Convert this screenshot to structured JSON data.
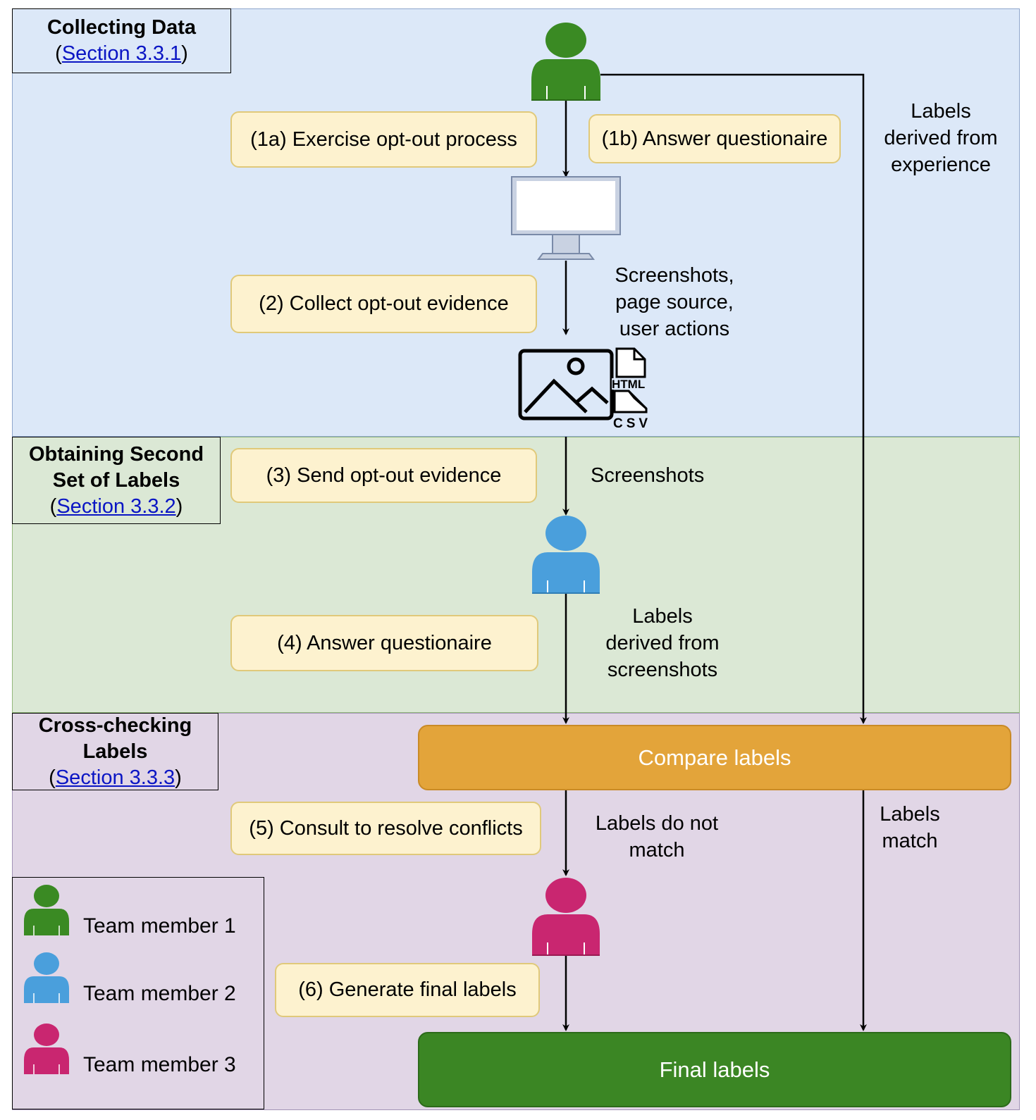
{
  "sections": [
    {
      "title": "Collecting Data",
      "link_text": "Section 3.3.1"
    },
    {
      "title": "Obtaining Second\nSet of Labels",
      "link_text": "Section 3.3.2"
    },
    {
      "title": "Cross-checking\nLabels",
      "link_text": "Section 3.3.3"
    }
  ],
  "steps": {
    "s1a": "(1a) Exercise opt-out process",
    "s1b": "(1b) Answer questionaire",
    "s2": "(2) Collect opt-out evidence",
    "s3": "(3) Send opt-out evidence",
    "s4": "(4) Answer questionaire",
    "s5": "(5) Consult to resolve conflicts",
    "s6": "(6) Generate final labels"
  },
  "edge_labels": {
    "labels_from_experience": "Labels\nderived from\nexperience",
    "evidence_types": "Screenshots,\npage source,\nuser actions",
    "screenshots": "Screenshots",
    "labels_from_screenshots": "Labels\nderived from\nscreenshots",
    "no_match": "Labels do not\nmatch",
    "match": "Labels\nmatch"
  },
  "file_icons": {
    "html": "HTML",
    "csv": "CSV"
  },
  "boxes": {
    "compare": "Compare labels",
    "final": "Final labels"
  },
  "legend": [
    {
      "label": "Team member 1",
      "color": "#3a8a23"
    },
    {
      "label": "Team member 2",
      "color": "#4a9fdc"
    },
    {
      "label": "Team member 3",
      "color": "#c92670"
    }
  ],
  "colors": {
    "band_collect": "#dce8f8",
    "band_second": "#dbe8d5",
    "band_cross": "#e1d6e6",
    "step_fill": "#fdf2cf",
    "compare_fill": "#e3a43a",
    "final_fill": "#3b8624"
  }
}
